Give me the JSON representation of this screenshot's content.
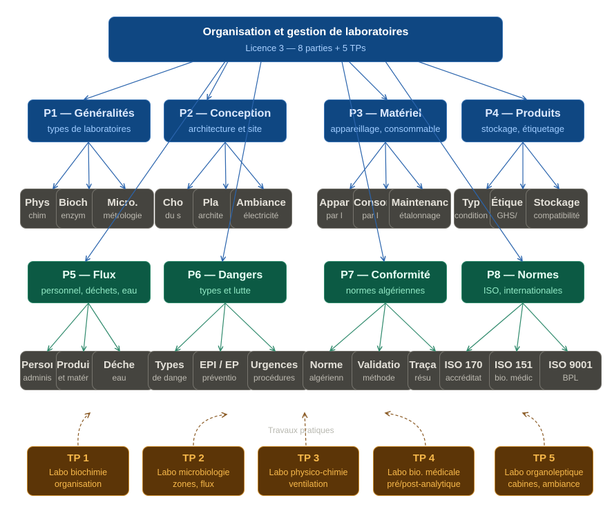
{
  "root": {
    "title": "Organisation et gestion de laboratoires",
    "subtitle": "Licence 3 — 8 parties + 5 TPs"
  },
  "parts": [
    {
      "title": "P1 — Généralités",
      "subtitle": "types de laboratoires"
    },
    {
      "title": "P2 — Conception",
      "subtitle": "architecture et site"
    },
    {
      "title": "P3 — Matériel",
      "subtitle": "appareillage, consommable"
    },
    {
      "title": "P4 — Produits",
      "subtitle": "stockage, étiquetage"
    },
    {
      "title": "P5 — Flux",
      "subtitle": "personnel, déchets, eau"
    },
    {
      "title": "P6 — Dangers",
      "subtitle": "types et lutte"
    },
    {
      "title": "P7 — Conformité",
      "subtitle": "normes algériennes"
    },
    {
      "title": "P8 — Normes",
      "subtitle": "ISO, internationales"
    }
  ],
  "leaves_row1": [
    {
      "title": "Phys",
      "subtitle": "chim"
    },
    {
      "title": "Bioch",
      "subtitle": "enzym"
    },
    {
      "title": "Micro.",
      "subtitle": "métrologie"
    },
    {
      "title": "Cho",
      "subtitle": "du s"
    },
    {
      "title": "Pla",
      "subtitle": "archite"
    },
    {
      "title": "Ambiance",
      "subtitle": "électricité"
    },
    {
      "title": "Appar",
      "subtitle": "par l"
    },
    {
      "title": "Conson",
      "subtitle": "par l"
    },
    {
      "title": "Maintenanc",
      "subtitle": "étalonnage"
    },
    {
      "title": "Typ",
      "subtitle": "condition"
    },
    {
      "title": "Étique",
      "subtitle": "GHS/"
    },
    {
      "title": "Stockage",
      "subtitle": "compatibilité"
    }
  ],
  "leaves_row2": [
    {
      "title": "Persoı",
      "subtitle": "adminis"
    },
    {
      "title": "Produit",
      "subtitle": "et matér"
    },
    {
      "title": "Déche",
      "subtitle": "eau"
    },
    {
      "title": "Types",
      "subtitle": "de dange"
    },
    {
      "title": "EPI / EP",
      "subtitle": "préventio"
    },
    {
      "title": "Urgences",
      "subtitle": "procédures"
    },
    {
      "title": "Norme",
      "subtitle": "algérienn"
    },
    {
      "title": "Validatio",
      "subtitle": "méthode"
    },
    {
      "title": "Traça",
      "subtitle": "résu"
    },
    {
      "title": "ISO 170",
      "subtitle": "accréditat"
    },
    {
      "title": "ISO 151",
      "subtitle": "bio. médic"
    },
    {
      "title": "ISO 9001",
      "subtitle": "BPL"
    }
  ],
  "tp_label": "Travaux pratiques",
  "tps": [
    {
      "title": "TP 1",
      "line1": "Labo biochimie",
      "line2": "organisation"
    },
    {
      "title": "TP 2",
      "line1": "Labo microbiologie",
      "line2": "zones, flux"
    },
    {
      "title": "TP 3",
      "line1": "Labo physico-chimie",
      "line2": "ventilation"
    },
    {
      "title": "TP 4",
      "line1": "Labo bio. médicale",
      "line2": "pré/post-analytique"
    },
    {
      "title": "TP 5",
      "line1": "Labo organoleptique",
      "line2": "cabines, ambiance"
    }
  ],
  "colors": {
    "part_blue": "#0f4782",
    "part_green": "#0c5a44",
    "leaf": "#45443f",
    "tp": "#5c3507",
    "tp_text": "#f7b84a"
  }
}
